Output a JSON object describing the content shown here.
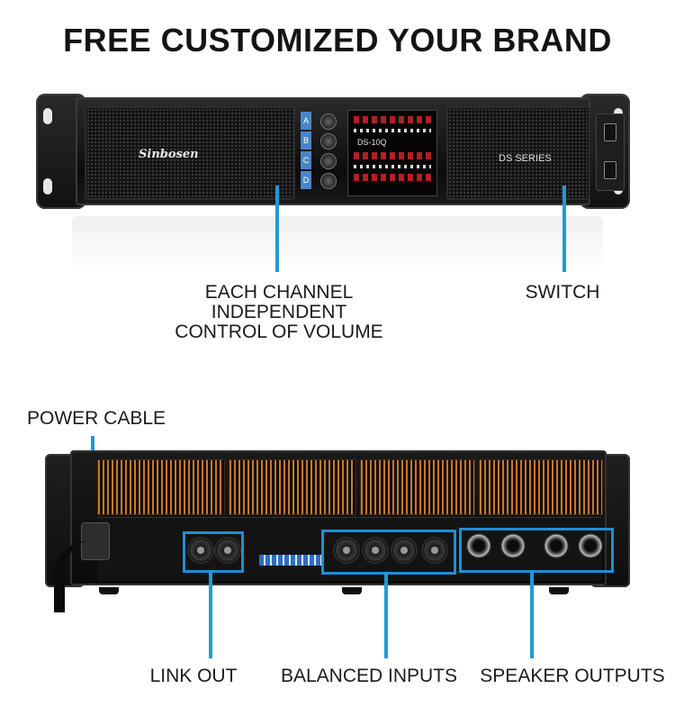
{
  "headline": "FREE CUSTOMIZED YOUR BRAND",
  "front": {
    "brand": "Sinbosen",
    "model_badge": "DS SERIES",
    "display_model": "DS-10Q",
    "channels": [
      "A",
      "B",
      "C",
      "D"
    ],
    "callouts": {
      "volume": [
        "EACH CHANNEL",
        "INDEPENDENT",
        "CONTROL OF VOLUME"
      ],
      "switch": "SWITCH"
    }
  },
  "rear": {
    "callouts": {
      "power": "POWER CABLE",
      "link_out": "LINK OUT",
      "balanced_inputs": "BALANCED INPUTS",
      "speaker_outputs": "SPEAKER OUTPUTS"
    }
  },
  "colors": {
    "accent": "#1e9bd7",
    "heatsink": "#c37a2e"
  }
}
